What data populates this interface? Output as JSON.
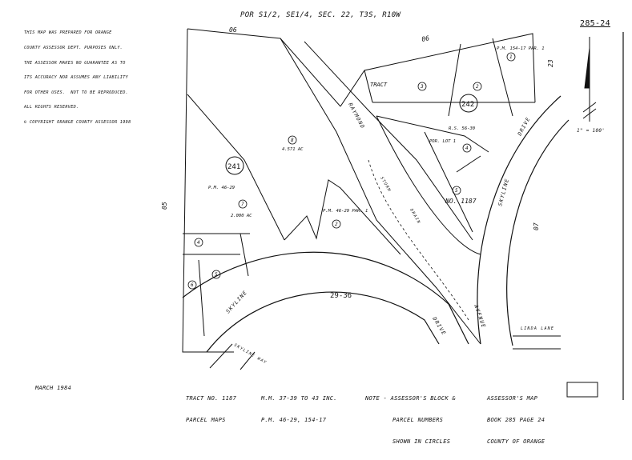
{
  "disclaimer": [
    "THIS MAP WAS PREPARED FOR ORANGE",
    "COUNTY ASSESSOR DEPT. PURPOSES ONLY.",
    "THE ASSESSOR MAKES NO GUARANTEE AS TO",
    "ITS ACCURACY NOR ASSUMES ANY LIABILITY",
    "FOR OTHER USES.  NOT TO BE REPRODUCED.",
    "ALL RIGHTS RESERVED.",
    "© COPYRIGHT ORANGE COUNTY ASSESSOR 1998"
  ],
  "header": "POR S1/2, SE1/4, SEC. 22, T3S, R10W",
  "book_page_top": "285-24",
  "scale": "1\" = 100'",
  "adjacent_pages": {
    "top_left": "06",
    "top_right": "06",
    "right_top": "23",
    "right_mid": "07",
    "left": "05"
  },
  "blocks": {
    "left": "241",
    "right": "242",
    "bottom": "29-36"
  },
  "parcels": [
    {
      "num": "8",
      "note": "4.571 AC"
    },
    {
      "num": "7",
      "note": "2.000 AC"
    },
    {
      "num": "2",
      "note": "P.M. 46-29 PAR. 1"
    },
    {
      "num": "4",
      "note": ""
    },
    {
      "num": "5",
      "note": ""
    },
    {
      "num": "6",
      "note": ""
    },
    {
      "num": "3",
      "note": ""
    },
    {
      "num": "2",
      "note": ""
    },
    {
      "num": "1",
      "note": "P.M. 154-17 PAR. 1"
    },
    {
      "num": "4",
      "note": "POR. LOT 1"
    },
    {
      "num": "5",
      "note": ""
    }
  ],
  "annotations": {
    "pm_4629": "P.M. 46-29",
    "rs": "R.S. 56-30",
    "tract": "TRACT",
    "tract_no": "NO. 1187"
  },
  "roads": {
    "raymond": "RAYMOND",
    "skyline_drive": "SKYLINE",
    "drive_right": "DRIVE",
    "avenue": "AVENUE",
    "skyline_lower": "SKYLINE",
    "drive_lower": "DRIVE",
    "skyline_way": "SKYLINE WAY",
    "linda_lane": "LINDA LANE",
    "storm": "STORM",
    "drain": "DRAIN"
  },
  "footer": {
    "date": "MARCH 1984",
    "tract": "TRACT NO. 1187",
    "parcel_maps": "PARCEL MAPS",
    "mm": "M.M. 37-39 TO 43 INC.",
    "pm": "P.M. 46-29, 154-17",
    "note1": "NOTE - ASSESSOR'S BLOCK &",
    "note2": "PARCEL NUMBERS",
    "note3": "SHOWN IN CIRCLES",
    "book1": "ASSESSOR'S MAP",
    "book2": "BOOK 285 PAGE 24",
    "book3": "COUNTY OF ORANGE"
  }
}
